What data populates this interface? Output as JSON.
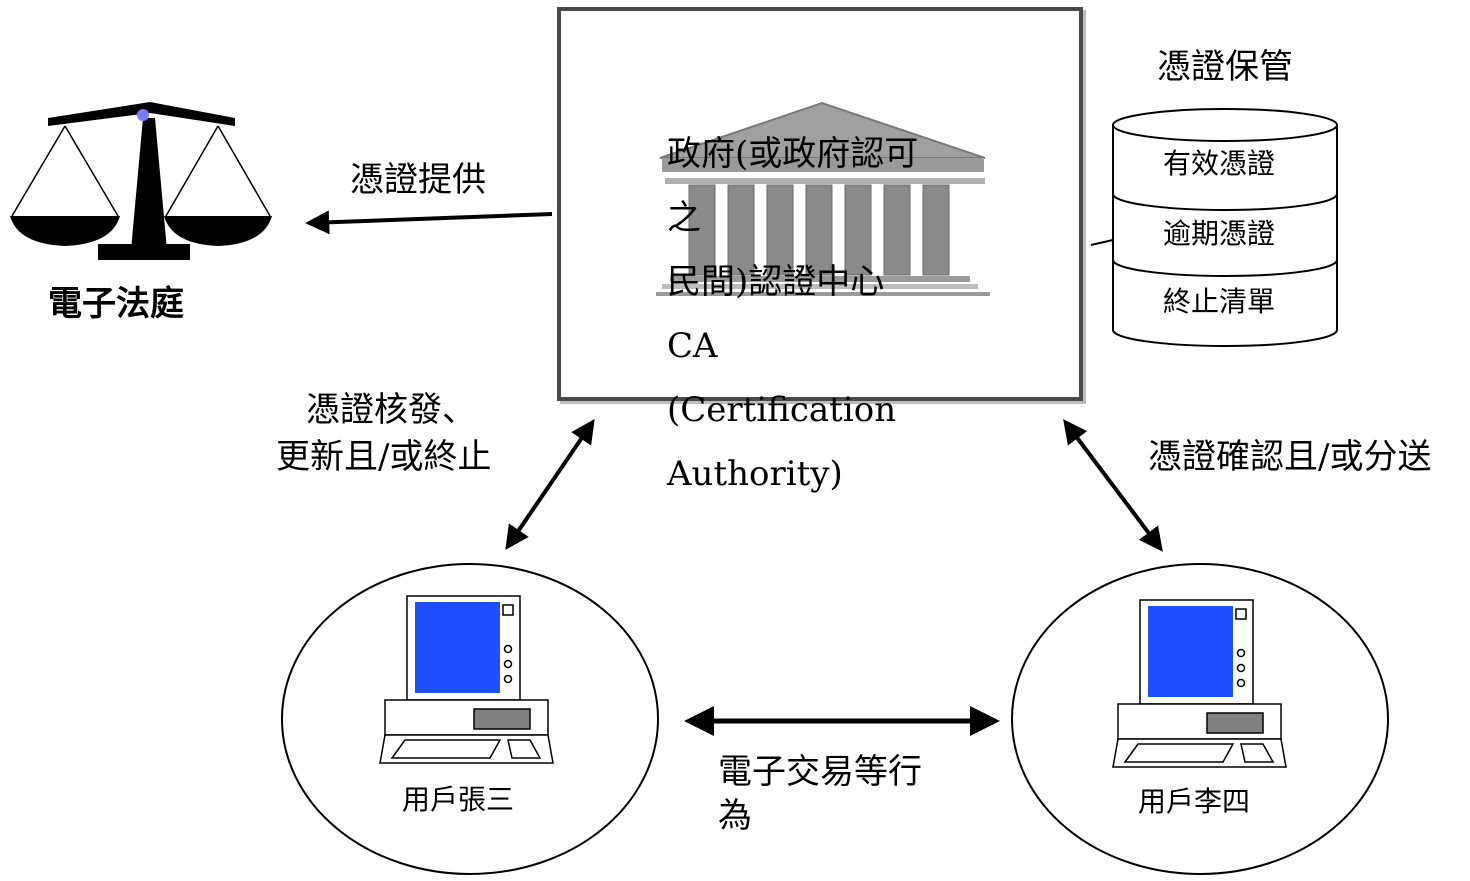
{
  "ca": {
    "name_lines": [
      "政府(或政府認可",
      "之",
      "民間)認證中心",
      "CA",
      "(Certification",
      "Authority)"
    ]
  },
  "storage": {
    "title": "憑證保管",
    "rows": [
      "有效憑證",
      "逾期憑證",
      "終止清單"
    ]
  },
  "court": {
    "label": "電子法庭",
    "arrow_label": "憑證提供"
  },
  "issue": {
    "lines": [
      "憑證核發、",
      "更新且/或終止"
    ]
  },
  "confirm": {
    "label": "憑證確認且/或分送"
  },
  "users": {
    "left": "用戶張三",
    "right": "用戶李四"
  },
  "transaction": {
    "lines": [
      "電子交易等行",
      "為"
    ]
  },
  "colors": {
    "screen": "#1f4fff",
    "temple": "#8a8a8a",
    "scale_pivot": "#7b7bff",
    "box_border": "#4a4a4a"
  },
  "icons": [
    "scale-icon",
    "temple-icon",
    "database-icon",
    "computer-icon"
  ]
}
